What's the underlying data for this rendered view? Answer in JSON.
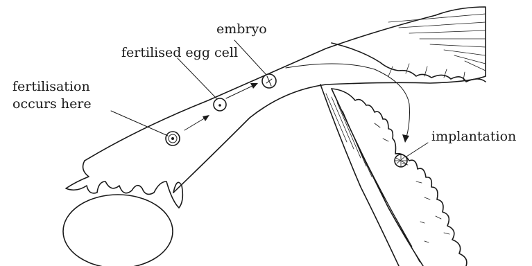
{
  "labels": {
    "embryo": "embryo",
    "fertilised_egg": "fertilised egg cell",
    "fertilisation_line1": "fertilisation",
    "fertilisation_line2": "occurs here",
    "implantation": "implantation"
  },
  "colors": {
    "ink": "#1a1a1a",
    "background": "#ffffff"
  }
}
